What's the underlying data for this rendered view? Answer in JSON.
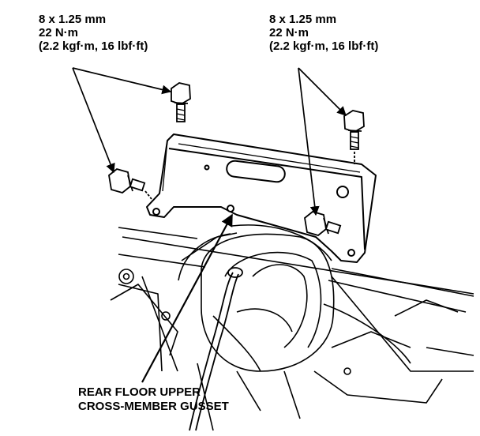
{
  "torque_specs": [
    {
      "size": "8 x 1.25 mm",
      "torque_nm": "22 N·m",
      "torque_alt": "(2.2 kgf·m, 16 lbf·ft)"
    },
    {
      "size": "8 x 1.25 mm",
      "torque_nm": "22 N·m",
      "torque_alt": "(2.2 kgf·m, 16 lbf·ft)"
    }
  ],
  "part_label": {
    "line1": "REAR FLOOR UPPER",
    "line2": "CROSS-MEMBER GUSSET"
  },
  "colors": {
    "ink": "#000000",
    "paper": "#ffffff"
  }
}
